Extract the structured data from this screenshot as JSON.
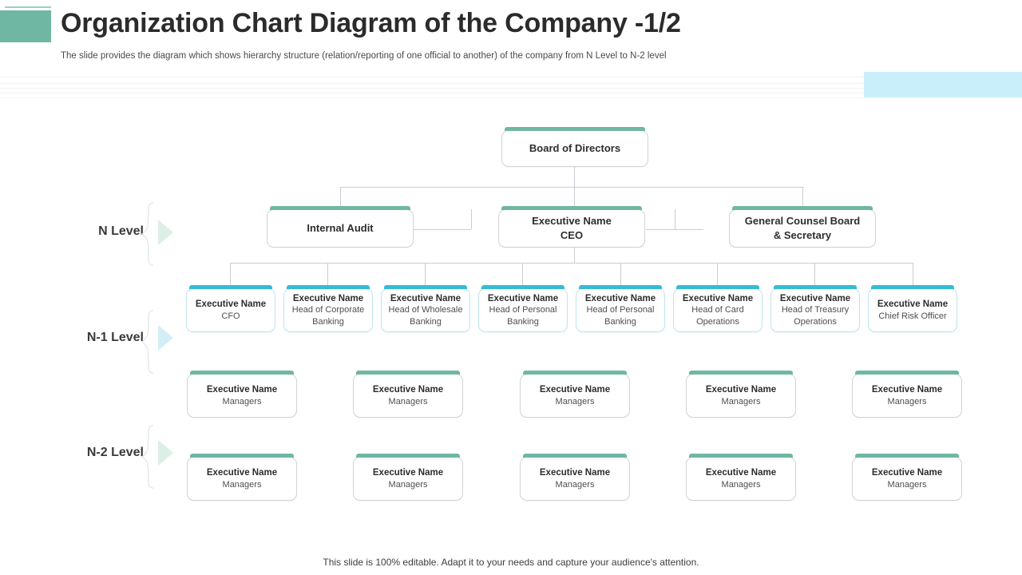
{
  "header": {
    "title": "Organization Chart Diagram of the Company -1/2",
    "subtitle": "The slide provides the diagram which shows hierarchy structure (relation/reporting of one official to another) of the company from N Level to N-2 level",
    "accent_color": "#6fb7a2",
    "corner_bar_color": "#c9effa"
  },
  "levels": [
    {
      "label": "N Level",
      "arrow_color": "#dcefe7"
    },
    {
      "label": "N-1 Level",
      "arrow_color": "#d4eef7"
    },
    {
      "label": "N-2 Level",
      "arrow_color": "#dcefe7"
    }
  ],
  "root": {
    "line1": "Board of Directors",
    "line2": "",
    "cap_color": "#6fb7a2"
  },
  "n_level": [
    {
      "line1": "Internal Audit",
      "line2": "",
      "cap_color": "#6fb7a2"
    },
    {
      "line1": "Executive Name",
      "line2": "CEO",
      "cap_color": "#6fb7a2"
    },
    {
      "line1": "General Counsel Board",
      "line2": "& Secretary",
      "cap_color": "#6fb7a2"
    }
  ],
  "n1_level": [
    {
      "line1": "Executive Name",
      "line2": "CFO",
      "cap_color": "#35bcd5"
    },
    {
      "line1": "Executive Name",
      "line2": "Head of Corporate Banking",
      "cap_color": "#35bcd5"
    },
    {
      "line1": "Executive Name",
      "line2": "Head of Wholesale Banking",
      "cap_color": "#35bcd5"
    },
    {
      "line1": "Executive Name",
      "line2": "Head of Personal Banking",
      "cap_color": "#35bcd5"
    },
    {
      "line1": "Executive Name",
      "line2": "Head of Personal Banking",
      "cap_color": "#35bcd5"
    },
    {
      "line1": "Executive Name",
      "line2": "Head of Card Operations",
      "cap_color": "#35bcd5"
    },
    {
      "line1": "Executive Name",
      "line2": "Head of Treasury Operations",
      "cap_color": "#35bcd5"
    },
    {
      "line1": "Executive Name",
      "line2": "Chief Risk Officer",
      "cap_color": "#35bcd5"
    }
  ],
  "n2_level_row1": [
    {
      "line1": "Executive Name",
      "line2": "Managers",
      "cap_color": "#6fb7a2"
    },
    {
      "line1": "Executive Name",
      "line2": "Managers",
      "cap_color": "#6fb7a2"
    },
    {
      "line1": "Executive Name",
      "line2": "Managers",
      "cap_color": "#6fb7a2"
    },
    {
      "line1": "Executive Name",
      "line2": "Managers",
      "cap_color": "#6fb7a2"
    },
    {
      "line1": "Executive Name",
      "line2": "Managers",
      "cap_color": "#6fb7a2"
    }
  ],
  "n2_level_row2": [
    {
      "line1": "Executive Name",
      "line2": "Managers",
      "cap_color": "#6fb7a2"
    },
    {
      "line1": "Executive Name",
      "line2": "Managers",
      "cap_color": "#6fb7a2"
    },
    {
      "line1": "Executive Name",
      "line2": "Managers",
      "cap_color": "#6fb7a2"
    },
    {
      "line1": "Executive Name",
      "line2": "Managers",
      "cap_color": "#6fb7a2"
    },
    {
      "line1": "Executive Name",
      "line2": "Managers",
      "cap_color": "#6fb7a2"
    }
  ],
  "footer": {
    "note": "This slide is 100% editable. Adapt it to your needs and capture your audience's attention."
  }
}
